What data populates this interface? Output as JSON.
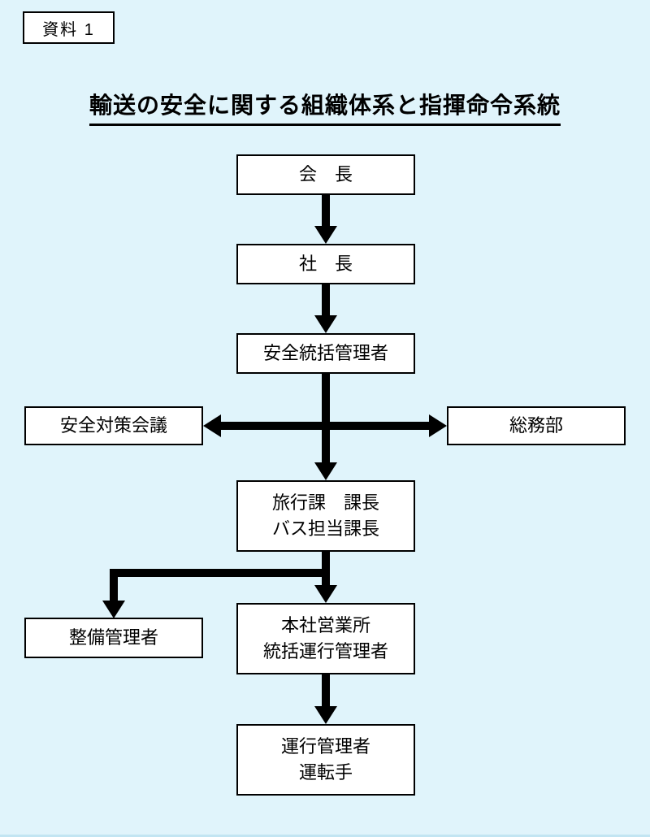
{
  "page": {
    "background_color": "#e0f4fb",
    "tag_label": "資料 1",
    "title": "輸送の安全に関する組織体系と指揮命令系統"
  },
  "org_chart": {
    "box_fill_color": "#ffffff",
    "box_border_color": "#000000",
    "connector_color": "#000000",
    "nodes": [
      {
        "name": "chairman",
        "line1": "会　長"
      },
      {
        "name": "president",
        "line1": "社　長"
      },
      {
        "name": "safety-general-manager",
        "line1": "安全統括管理者"
      },
      {
        "name": "safety-measures-council",
        "line1": "安全対策会議"
      },
      {
        "name": "general-affairs-department",
        "line1": "総務部"
      },
      {
        "name": "travel-section-manager",
        "line1": "旅行課　課長",
        "line2": "バス担当課長"
      },
      {
        "name": "maintenance-manager",
        "line1": "整備管理者"
      },
      {
        "name": "head-office-operations",
        "line1": "本社営業所",
        "line2": "統括運行管理者"
      },
      {
        "name": "operation-manager-driver",
        "line1": "運行管理者",
        "line2": "運転手"
      }
    ]
  }
}
